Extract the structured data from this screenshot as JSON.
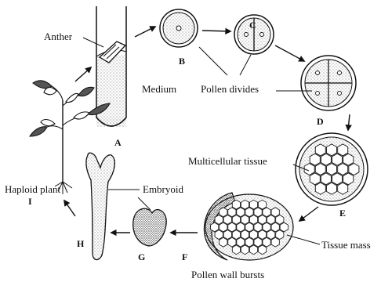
{
  "labels": {
    "anther": "Anther",
    "medium": "Medium",
    "pollen_divides": "Pollen divides",
    "multicellular_tissue": "Multicellular tissue",
    "embryoid": "Embryoid",
    "haploid_plant": "Haploid plant",
    "tissue_mass": "Tissue mass",
    "pollen_wall_bursts": "Pollen wall bursts"
  },
  "stages": {
    "a": "A",
    "b": "B",
    "c": "C",
    "d": "D",
    "e": "E",
    "f": "F",
    "g": "G",
    "h": "H",
    "i": "I"
  }
}
